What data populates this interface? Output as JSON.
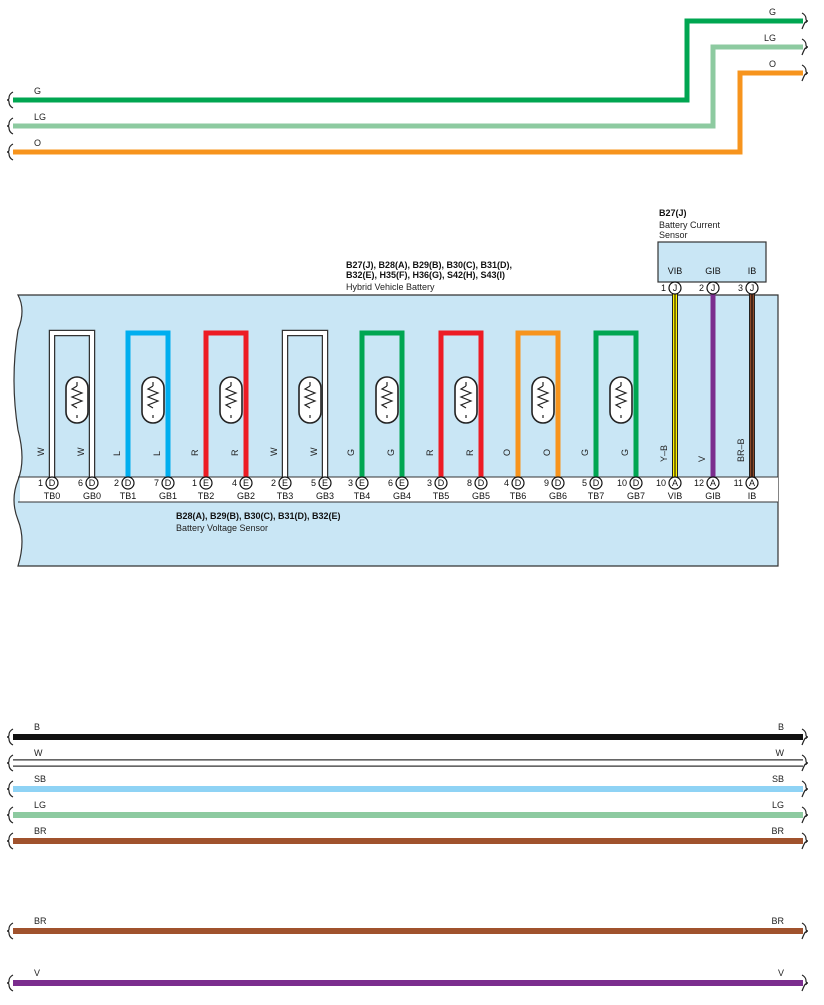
{
  "top_wires": [
    {
      "code": "G",
      "color": "#00a651"
    },
    {
      "code": "LG",
      "color": "#8dcaa0"
    },
    {
      "code": "O",
      "color": "#f7941d"
    }
  ],
  "battery": {
    "connectors": "B27(J), B28(A), B29(B), B30(C), B31(D),",
    "connectors2": "B32(E), H35(F), H36(G), S42(H), S43(I)",
    "name": "Hybrid Vehicle Battery",
    "fill": "#c9e6f5"
  },
  "current_sensor": {
    "connector": "B27(J)",
    "name1": "Battery Current",
    "name2": "Sensor",
    "pins": [
      {
        "num": "1",
        "conn": "J",
        "label": "VIB"
      },
      {
        "num": "2",
        "conn": "J",
        "label": "GIB"
      },
      {
        "num": "3",
        "conn": "J",
        "label": "IB"
      }
    ]
  },
  "voltage_sensor": {
    "connectors": "B28(A), B29(B), B30(C), B31(D), B32(E)",
    "name": "Battery Voltage Sensor"
  },
  "loops": [
    {
      "color": "#ffffff",
      "wire_l": "W",
      "wire_r": "W",
      "pin_l": "1",
      "conn_l": "D",
      "term_l": "TB0",
      "pin_r": "6",
      "conn_r": "D",
      "term_r": "GB0"
    },
    {
      "color": "#00aeef",
      "wire_l": "L",
      "wire_r": "L",
      "pin_l": "2",
      "conn_l": "D",
      "term_l": "TB1",
      "pin_r": "7",
      "conn_r": "D",
      "term_r": "GB1"
    },
    {
      "color": "#ed1c24",
      "wire_l": "R",
      "wire_r": "R",
      "pin_l": "1",
      "conn_l": "E",
      "term_l": "TB2",
      "pin_r": "4",
      "conn_r": "E",
      "term_r": "GB2"
    },
    {
      "color": "#ffffff",
      "wire_l": "W",
      "wire_r": "W",
      "pin_l": "2",
      "conn_l": "E",
      "term_l": "TB3",
      "pin_r": "5",
      "conn_r": "E",
      "term_r": "GB3"
    },
    {
      "color": "#00a651",
      "wire_l": "G",
      "wire_r": "G",
      "pin_l": "3",
      "conn_l": "E",
      "term_l": "TB4",
      "pin_r": "6",
      "conn_r": "E",
      "term_r": "GB4"
    },
    {
      "color": "#ed1c24",
      "wire_l": "R",
      "wire_r": "R",
      "pin_l": "3",
      "conn_l": "D",
      "term_l": "TB5",
      "pin_r": "8",
      "conn_r": "D",
      "term_r": "GB5"
    },
    {
      "color": "#f7941d",
      "wire_l": "O",
      "wire_r": "O",
      "pin_l": "4",
      "conn_l": "D",
      "term_l": "TB6",
      "pin_r": "9",
      "conn_r": "D",
      "term_r": "GB6"
    },
    {
      "color": "#00a651",
      "wire_l": "G",
      "wire_r": "G",
      "pin_l": "5",
      "conn_l": "D",
      "term_l": "TB7",
      "pin_r": "10",
      "conn_r": "D",
      "term_r": "GB7"
    }
  ],
  "signal_wires": [
    {
      "code": "Y–B",
      "color": "#fff200",
      "pin": "10",
      "conn": "A",
      "term": "VIB"
    },
    {
      "code": "V",
      "color": "#7b2d8e",
      "pin": "12",
      "conn": "A",
      "term": "GIB"
    },
    {
      "code": "BR–B",
      "color": "#8b4a2b",
      "pin": "11",
      "conn": "A",
      "term": "IB"
    }
  ],
  "bottom_wires": [
    {
      "code": "B",
      "color": "#111111"
    },
    {
      "code": "W",
      "color": "#ffffff"
    },
    {
      "code": "SB",
      "color": "#8fd3f5"
    },
    {
      "code": "LG",
      "color": "#8dcaa0"
    },
    {
      "code": "BR",
      "color": "#a0522d"
    }
  ],
  "lower_wires": [
    {
      "code": "BR",
      "color": "#a0522d"
    },
    {
      "code": "V",
      "color": "#7b2d8e"
    }
  ]
}
